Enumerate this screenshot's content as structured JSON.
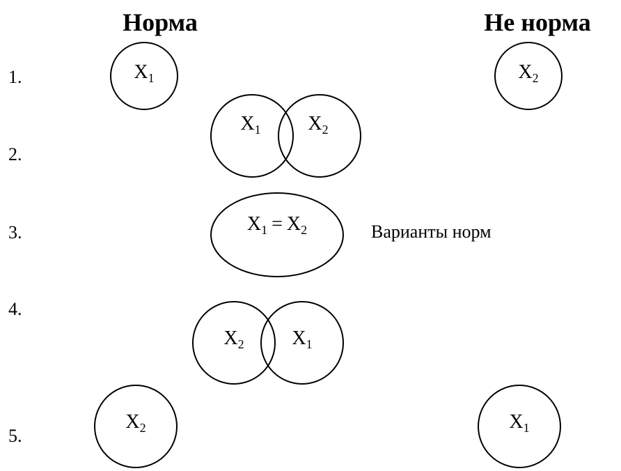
{
  "headings": {
    "norm": "Норма",
    "not_norm": "Не норма"
  },
  "rows": [
    {
      "number": "1."
    },
    {
      "number": "2."
    },
    {
      "number": "3."
    },
    {
      "number": "4."
    },
    {
      "number": "5."
    }
  ],
  "labels": {
    "x": "X",
    "sub1": "1",
    "sub2": "2",
    "equals": "="
  },
  "note": "Варианты норм"
}
